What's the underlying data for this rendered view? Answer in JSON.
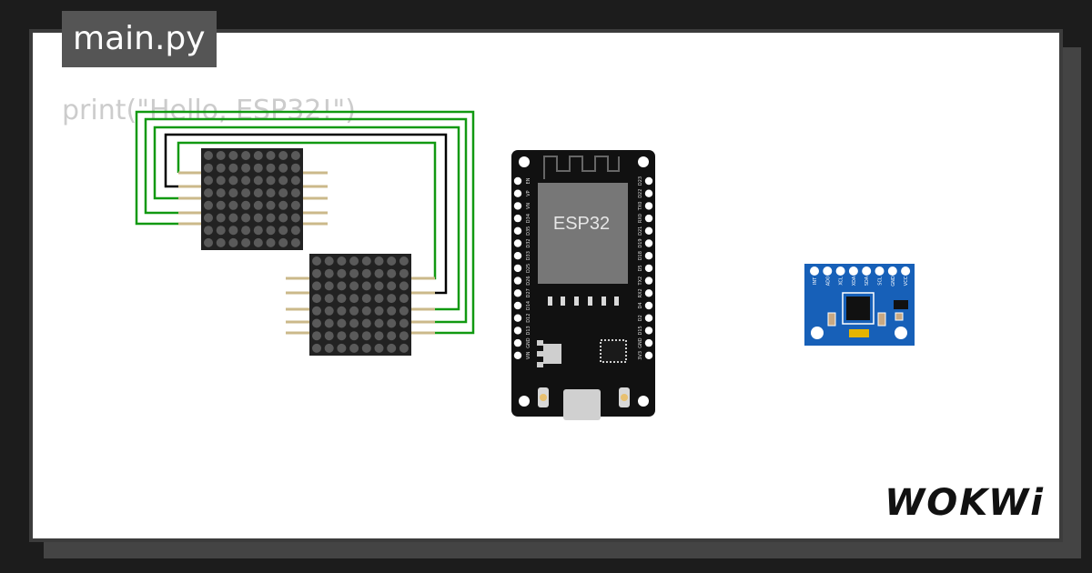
{
  "editor": {
    "file_tab": "main.py",
    "code_line": "print(\"Hello, ESP32!\")"
  },
  "board": {
    "chip_label": "ESP32",
    "left_pins": [
      "EN",
      "VP",
      "VN",
      "D34",
      "D35",
      "D32",
      "D33",
      "D25",
      "D26",
      "D27",
      "D14",
      "D12",
      "D13",
      "GND",
      "VIN"
    ],
    "right_pins": [
      "D23",
      "D22",
      "TX0",
      "RX0",
      "D21",
      "D19",
      "D18",
      "D5",
      "TX2",
      "RX2",
      "D4",
      "D2",
      "D15",
      "GND",
      "3V3"
    ]
  },
  "sensor": {
    "pins": [
      "INT",
      "AD0",
      "XCL",
      "XDA",
      "SDA",
      "SCL",
      "GND",
      "VCC"
    ]
  },
  "brand": {
    "logo_text": "WOKWi"
  },
  "colors": {
    "wire_green": "#119911",
    "wire_black": "#000000",
    "matrix_body": "#222222",
    "led_off": "#5a5a5a",
    "board_body": "#111111",
    "chip": "#777777",
    "sensor_blue": "#1760b8"
  }
}
